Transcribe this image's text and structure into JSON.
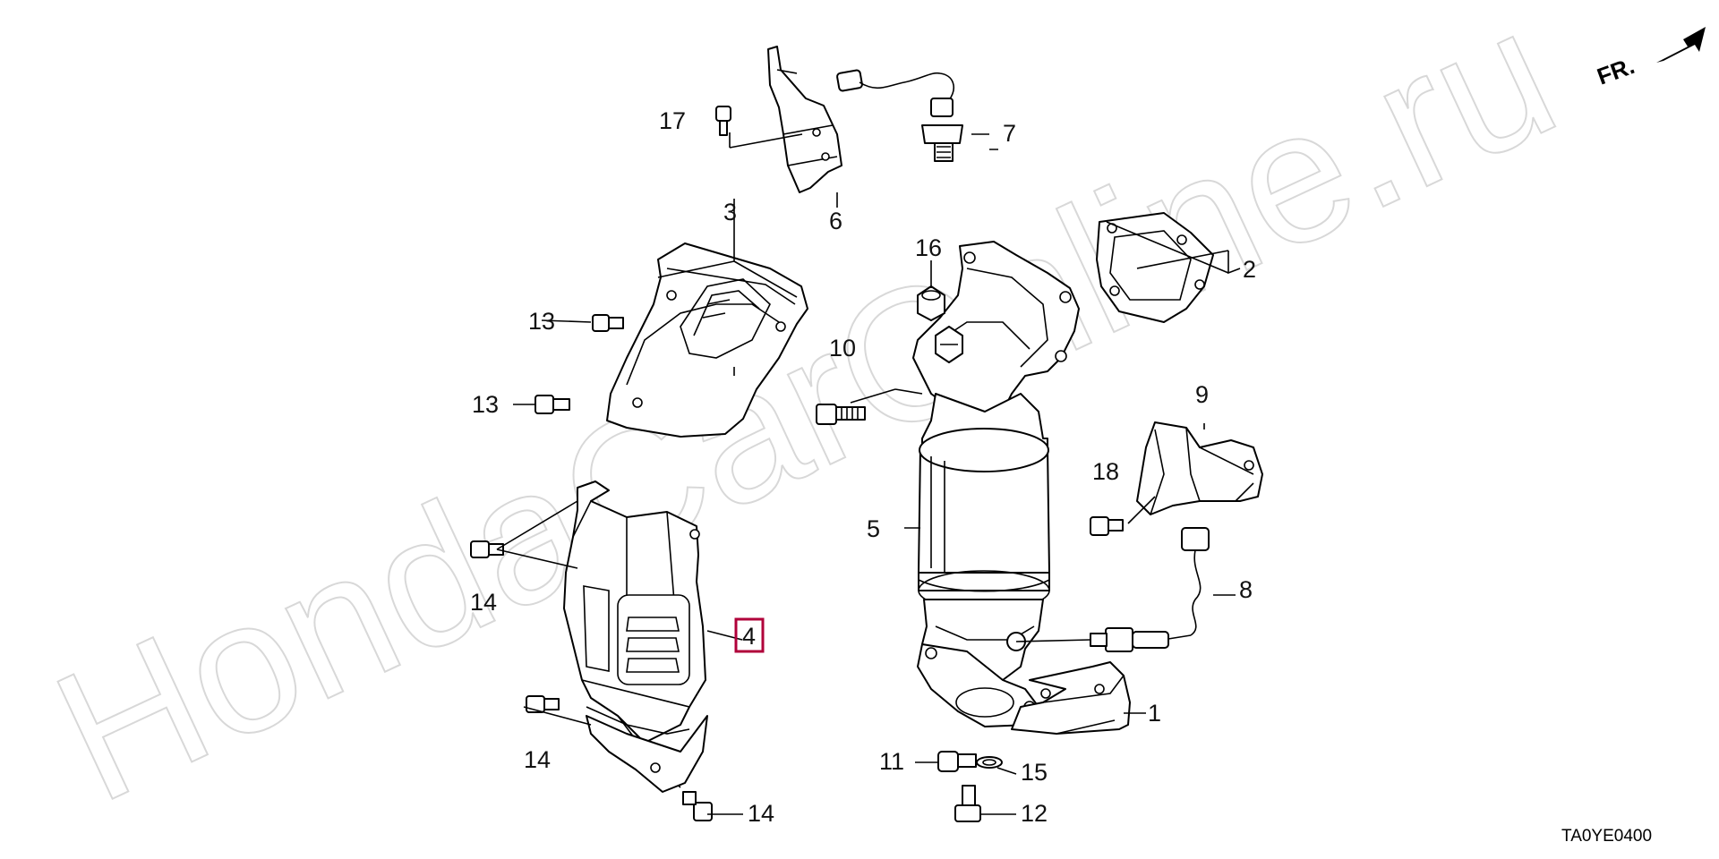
{
  "diagram": {
    "watermark": "HondaCarOnline.ru",
    "direction_label": "FR.",
    "diagram_code": "TA0YE0400",
    "highlight_color": "#b0003a",
    "callouts": [
      {
        "id": "c1",
        "label": "1"
      },
      {
        "id": "c2",
        "label": "2"
      },
      {
        "id": "c3",
        "label": "3"
      },
      {
        "id": "c4",
        "label": "4",
        "highlighted": true
      },
      {
        "id": "c5",
        "label": "5"
      },
      {
        "id": "c6",
        "label": "6"
      },
      {
        "id": "c7",
        "label": "7"
      },
      {
        "id": "c8",
        "label": "8"
      },
      {
        "id": "c9",
        "label": "9"
      },
      {
        "id": "c10",
        "label": "10"
      },
      {
        "id": "c11",
        "label": "11"
      },
      {
        "id": "c12",
        "label": "12"
      },
      {
        "id": "c13a",
        "label": "13"
      },
      {
        "id": "c13b",
        "label": "13"
      },
      {
        "id": "c14a",
        "label": "14"
      },
      {
        "id": "c14b",
        "label": "14"
      },
      {
        "id": "c14c",
        "label": "14"
      },
      {
        "id": "c15",
        "label": "15"
      },
      {
        "id": "c16",
        "label": "16"
      },
      {
        "id": "c17",
        "label": "17"
      },
      {
        "id": "c18",
        "label": "18"
      }
    ]
  }
}
